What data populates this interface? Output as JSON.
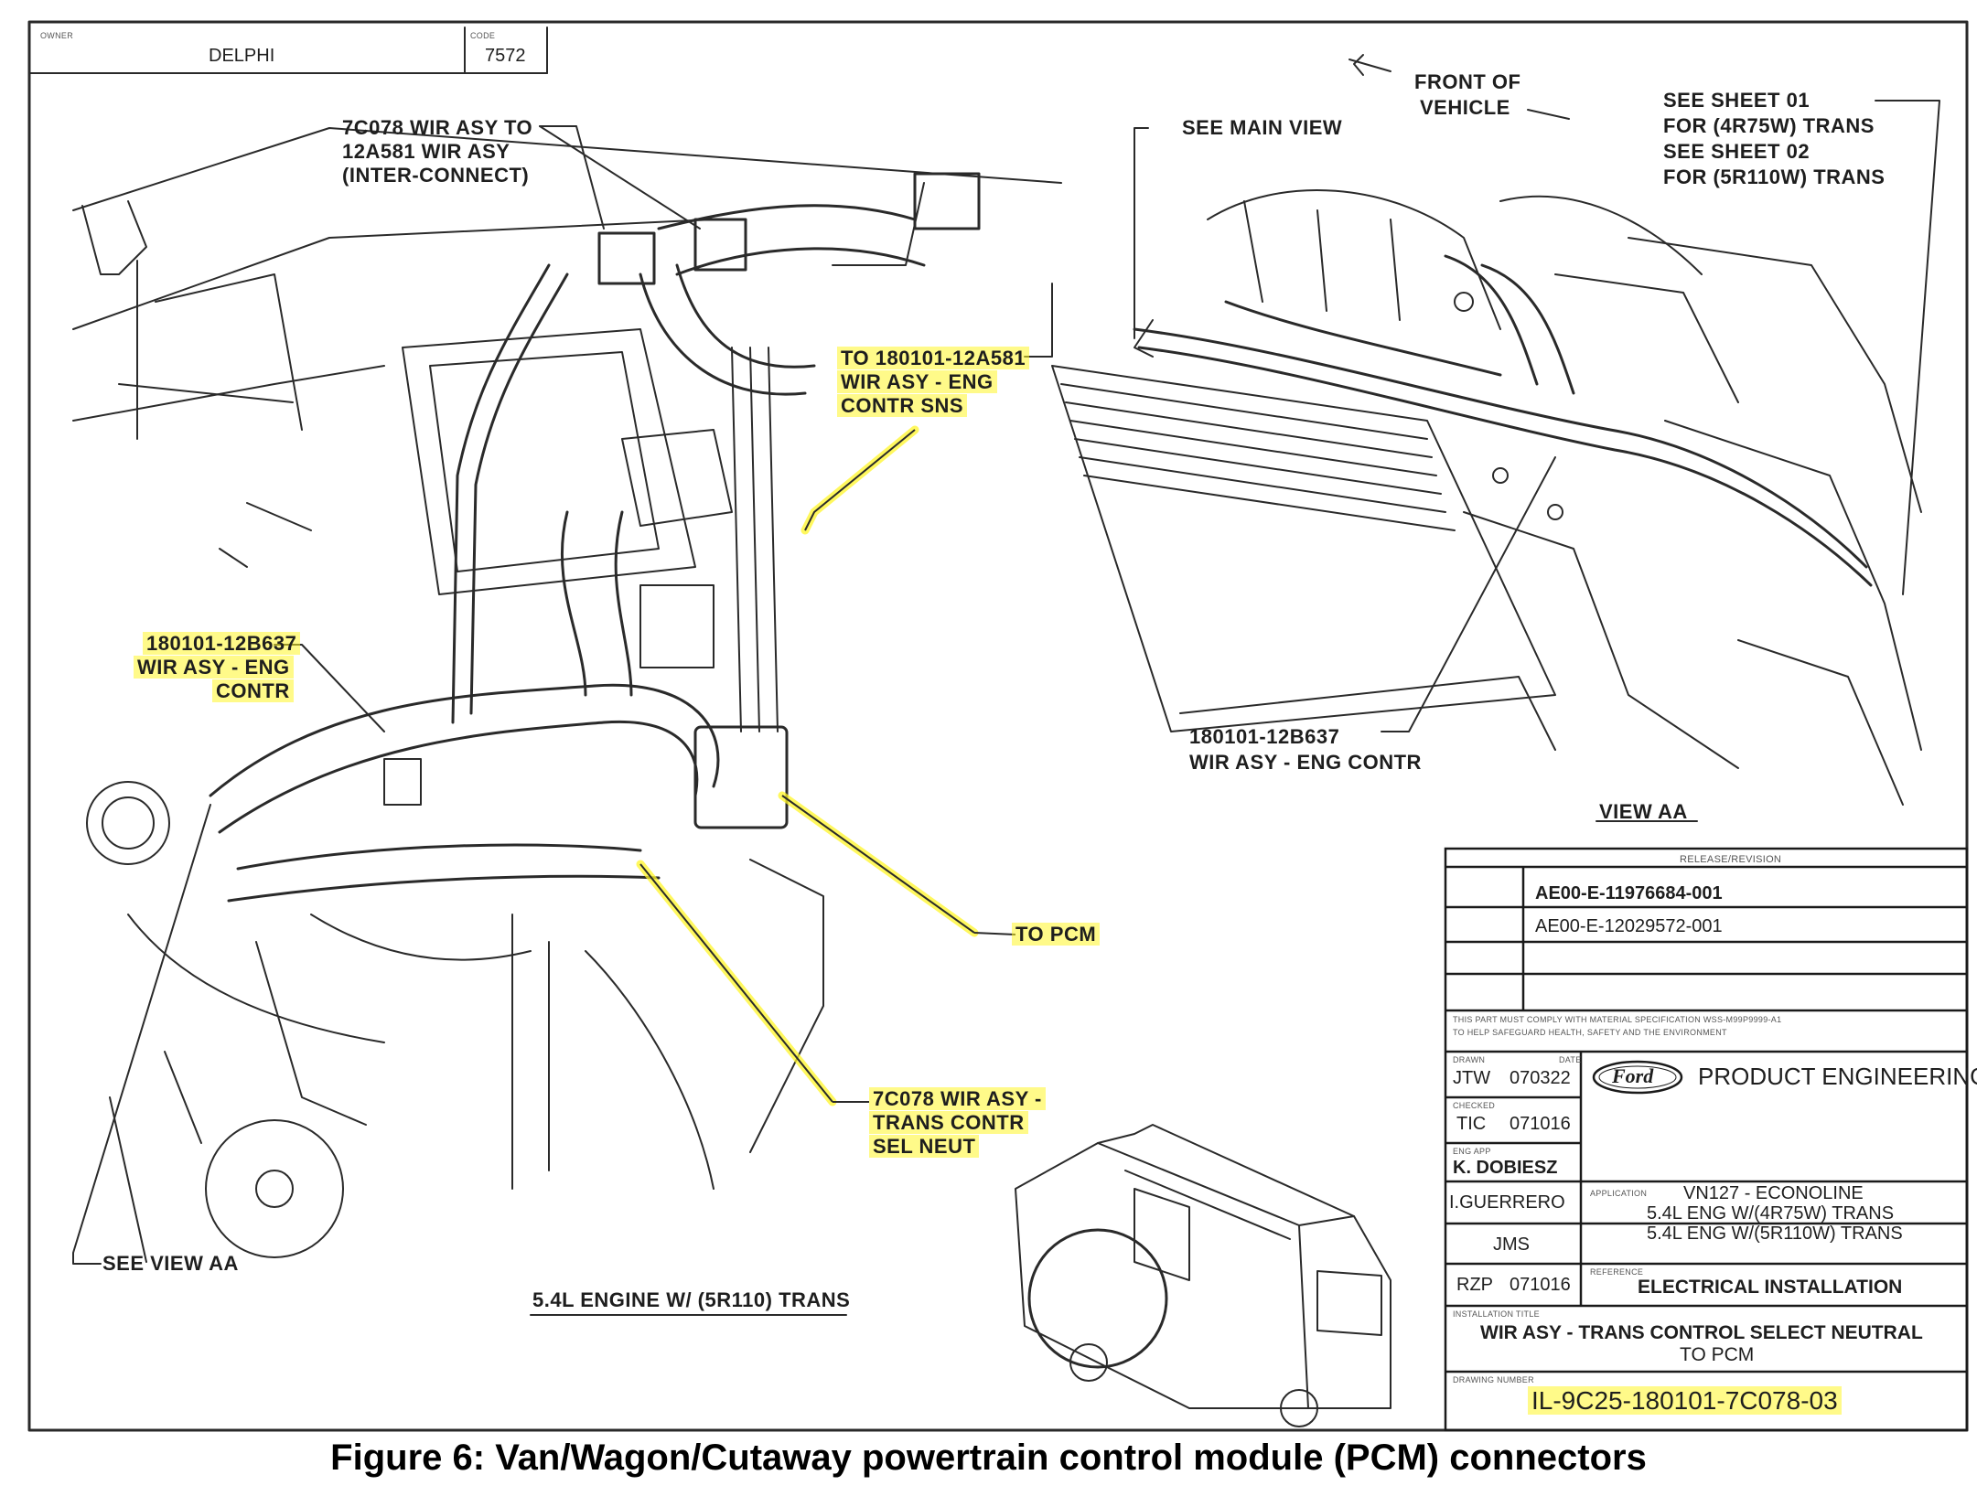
{
  "header": {
    "owner_caption": "OWNER",
    "owner": "DELPHI",
    "code_caption": "CODE",
    "code": "7572"
  },
  "callouts": {
    "inter_connect": [
      "7C078 WIR ASY TO",
      "12A581 WIR ASY",
      "(INTER-CONNECT)"
    ],
    "eng_contr_sns": [
      "TO 180101-12A581",
      "WIR ASY - ENG",
      "CONTR SNS"
    ],
    "eng_contr_left": [
      "180101-12B637",
      "WIR ASY - ENG",
      "CONTR"
    ],
    "to_pcm": "TO PCM",
    "trans_contr": [
      "7C078 WIR ASY -",
      "TRANS CONTR",
      "SEL NEUT"
    ],
    "see_view_aa": "SEE VIEW AA",
    "engine_view_title": "5.4L ENGINE W/ (5R110) TRANS",
    "front_of_vehicle": [
      "FRONT OF",
      "VEHICLE"
    ],
    "see_main_view": "SEE MAIN VIEW",
    "see_sheets": [
      "SEE SHEET 01",
      "FOR (4R75W) TRANS",
      "SEE SHEET 02",
      "FOR (5R110W) TRANS"
    ],
    "eng_contr_right": [
      "180101-12B637",
      "WIR ASY - ENG CONTR"
    ],
    "view_aa": "VIEW AA"
  },
  "title_block": {
    "release_header": "RELEASE/REVISION",
    "revisions": [
      "AE00-E-11976684-001",
      "AE00-E-12029572-001"
    ],
    "compliance_note": [
      "THIS PART MUST COMPLY WITH MATERIAL SPECIFICATION WSS-M99P9999-A1",
      "TO HELP SAFEGUARD HEALTH, SAFETY AND THE ENVIRONMENT"
    ],
    "drawn_caption": "DRAWN",
    "date_caption": "DATE",
    "drawn": "JTW",
    "drawn_date": "070322",
    "checked_caption": "CHECKED",
    "checked": "TIC",
    "checked_date": "071016",
    "eng_app_caption": "ENG APP",
    "eng_app": "K. DOBIESZ",
    "guerrero": "I.GUERRERO",
    "jms": "JMS",
    "rzp": "RZP",
    "rzp_date": "071016",
    "logo_text": "Ford",
    "product_engineering": "PRODUCT ENGINEERING",
    "application_caption": "APPLICATION",
    "application": [
      "VN127 - ECONOLINE",
      "5.4L ENG W/(4R75W) TRANS",
      "5.4L ENG W/(5R110W) TRANS"
    ],
    "reference_caption": "REFERENCE",
    "reference": "ELECTRICAL INSTALLATION",
    "install_title_caption": "INSTALLATION TITLE",
    "install_title": [
      "WIR ASY - TRANS CONTROL SELECT NEUTRAL",
      "TO PCM"
    ],
    "drawing_number_caption": "DRAWING NUMBER",
    "drawing_number": "IL-9C25-180101-7C078-03"
  },
  "caption": "Figure 6: Van/Wagon/Cutaway powertrain control module (PCM) connectors",
  "colors": {
    "highlight": "#fff528",
    "ink": "#1e1e1e",
    "paper": "#ffffff"
  }
}
